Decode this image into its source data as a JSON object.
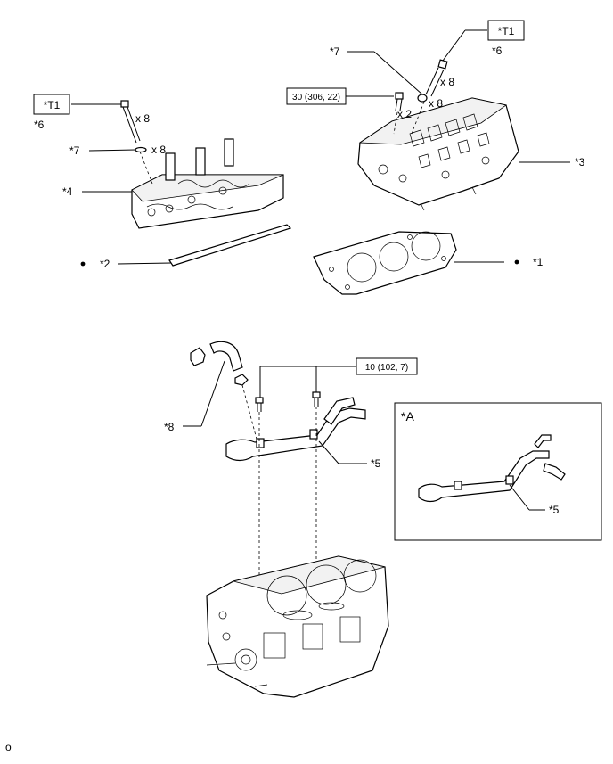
{
  "labels": {
    "t1_left": "*T1",
    "t1_right": "*T1",
    "callout_6_left": "*6",
    "callout_6_right": "*6",
    "callout_7_left": "*7",
    "callout_7_right": "*7",
    "callout_4": "*4",
    "callout_3": "*3",
    "callout_2": "*2",
    "callout_1": "*1",
    "callout_8": "*8",
    "callout_5_main": "*5",
    "callout_5_inset": "*5",
    "inset_title": "*A",
    "footer_mark": "o"
  },
  "quantities": {
    "left_bolt_qty": "x 8",
    "left_washer_qty": "x 8",
    "right_bolt_qty": "x 8",
    "right_washer_qty": "x 8",
    "right_small_bolt_qty": "x 2"
  },
  "torques": {
    "head_bolt_torque": "30 (306, 22)",
    "pipe_bolt_torque": "10 (102, 7)"
  }
}
